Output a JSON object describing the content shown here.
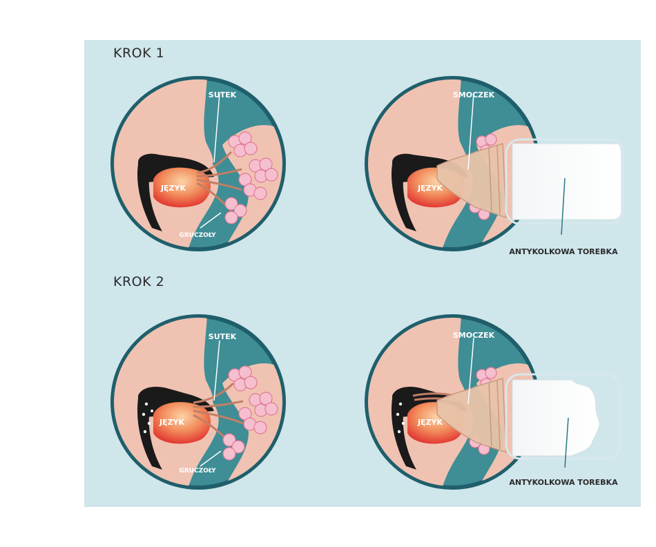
{
  "steps": [
    {
      "title": "KROK 1",
      "breast": {
        "nipple_label": "SUTEK",
        "tongue_label": "JĘZYK",
        "glands_label": "GRUCZOŁY"
      },
      "bottle": {
        "teat_label": "SMOCZEK",
        "tongue_label": "JĘZYK",
        "bag_label": "ANTYKOLKOWA TOREBKA"
      }
    },
    {
      "title": "KROK 2",
      "breast": {
        "nipple_label": "SUTEK",
        "tongue_label": "JĘZYK",
        "glands_label": "GRUCZOŁY"
      },
      "bottle": {
        "teat_label": "SMOCZEK",
        "tongue_label": "JĘZYK",
        "bag_label": "ANTYKOLKOWA TOREBKA"
      }
    }
  ],
  "colors": {
    "background": "#cfe6eb",
    "circle_fill": "#3f8d95",
    "ring": "#1f5f6b",
    "skin": "#f0c2b2",
    "mouth": "#1a1a1a",
    "tongue_light": "#fbd3a6",
    "tongue_dark": "#e9473b",
    "gland": "#f6bfcf",
    "duct": "#c17f67"
  }
}
